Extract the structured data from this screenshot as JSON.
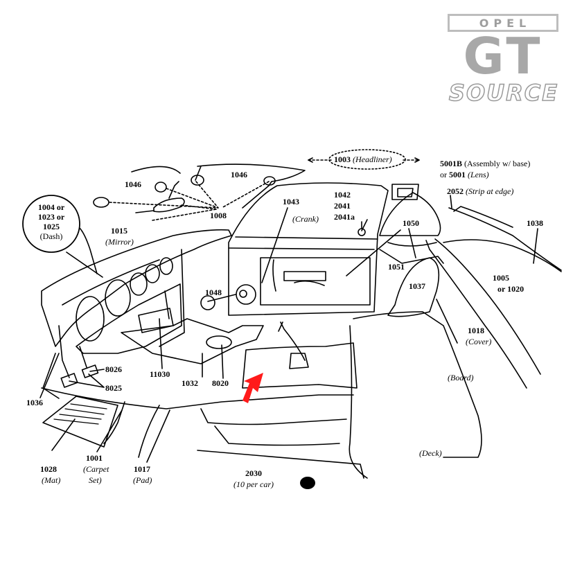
{
  "logo": {
    "brand": "OPEL",
    "model": "GT",
    "tagline": "SOURCE"
  },
  "callouts": [
    {
      "id": "c1003",
      "lines": [
        [
          "1003",
          "b"
        ],
        [
          " (Headliner)",
          "i"
        ]
      ]
    },
    {
      "id": "c5001",
      "lines": [
        [
          "5001B",
          "b"
        ],
        [
          " (Assembly w/ base)",
          ""
        ]
      ]
    },
    {
      "id": "c5001b",
      "lines": [
        [
          "or  ",
          ""
        ],
        [
          "5001",
          "b"
        ],
        [
          " (Lens)",
          "i"
        ]
      ]
    },
    {
      "id": "c2052",
      "lines": [
        [
          "2052",
          "b"
        ],
        [
          " (Strip at edge)",
          "i"
        ]
      ]
    },
    {
      "id": "c1046a",
      "lines": [
        [
          "1046",
          "b"
        ]
      ]
    },
    {
      "id": "c1046b",
      "lines": [
        [
          "1046",
          "b"
        ]
      ]
    },
    {
      "id": "c1008",
      "lines": [
        [
          "1008",
          "b"
        ]
      ]
    },
    {
      "id": "c1042",
      "lines": [
        [
          "1042",
          "b"
        ]
      ]
    },
    {
      "id": "c2041",
      "lines": [
        [
          "2041",
          "b"
        ]
      ]
    },
    {
      "id": "c2041a",
      "lines": [
        [
          "2041a",
          "b"
        ]
      ]
    },
    {
      "id": "c1043",
      "lines": [
        [
          "1043",
          "b"
        ]
      ]
    },
    {
      "id": "ccrank",
      "lines": [
        [
          "(Crank)",
          "i"
        ]
      ]
    },
    {
      "id": "c1050",
      "lines": [
        [
          "1050",
          "b"
        ]
      ]
    },
    {
      "id": "c1038",
      "lines": [
        [
          "1038",
          "b"
        ]
      ]
    },
    {
      "id": "c1015",
      "lines": [
        [
          "1015",
          "b"
        ]
      ]
    },
    {
      "id": "cmirror",
      "lines": [
        [
          "(Mirror)",
          "i"
        ]
      ]
    },
    {
      "id": "c1051",
      "lines": [
        [
          "1051",
          "b"
        ]
      ]
    },
    {
      "id": "c1037",
      "lines": [
        [
          "1037",
          "b"
        ]
      ]
    },
    {
      "id": "c1005",
      "lines": [
        [
          "1005",
          "b"
        ]
      ]
    },
    {
      "id": "c1020",
      "lines": [
        [
          "or 1020",
          "b"
        ]
      ]
    },
    {
      "id": "c1048",
      "lines": [
        [
          "1048",
          "b"
        ]
      ]
    },
    {
      "id": "c1018",
      "lines": [
        [
          "1018",
          "b"
        ]
      ]
    },
    {
      "id": "ccover",
      "lines": [
        [
          "(Cover)",
          "i"
        ]
      ]
    },
    {
      "id": "c8026",
      "lines": [
        [
          "8026",
          "b"
        ]
      ]
    },
    {
      "id": "c11030",
      "lines": [
        [
          "11030",
          "b"
        ]
      ]
    },
    {
      "id": "c1032",
      "lines": [
        [
          "1032",
          "b"
        ]
      ]
    },
    {
      "id": "c8020",
      "lines": [
        [
          "8020",
          "b"
        ]
      ]
    },
    {
      "id": "c8025",
      "lines": [
        [
          "8025",
          "b"
        ]
      ]
    },
    {
      "id": "cboard",
      "lines": [
        [
          "(Board)",
          "i"
        ]
      ]
    },
    {
      "id": "c1036",
      "lines": [
        [
          "1036",
          "b"
        ]
      ]
    },
    {
      "id": "cdeck",
      "lines": [
        [
          "(Deck)",
          "i"
        ]
      ]
    },
    {
      "id": "c1028",
      "lines": [
        [
          "1028",
          "b"
        ]
      ]
    },
    {
      "id": "cmat",
      "lines": [
        [
          "(Mat)",
          "i"
        ]
      ]
    },
    {
      "id": "c1001",
      "lines": [
        [
          "1001",
          "b"
        ]
      ]
    },
    {
      "id": "ccarpet1",
      "lines": [
        [
          "(Carpet",
          "i"
        ]
      ]
    },
    {
      "id": "ccarpet2",
      "lines": [
        [
          "Set)",
          "i"
        ]
      ]
    },
    {
      "id": "c1017",
      "lines": [
        [
          "1017",
          "b"
        ]
      ]
    },
    {
      "id": "cpad",
      "lines": [
        [
          "(Pad)",
          "i"
        ]
      ]
    },
    {
      "id": "c2030",
      "lines": [
        [
          "2030",
          "b"
        ]
      ]
    },
    {
      "id": "c10per",
      "lines": [
        [
          "(10 per car)",
          "i"
        ]
      ]
    }
  ],
  "dash_circle": {
    "lines": [
      "1004 or",
      "1023 or",
      "1025",
      "(Dash)"
    ]
  },
  "colors": {
    "line": "#000000",
    "accent_arrow": "#ff1a1a",
    "logo_gray": "#a8a8a8"
  }
}
